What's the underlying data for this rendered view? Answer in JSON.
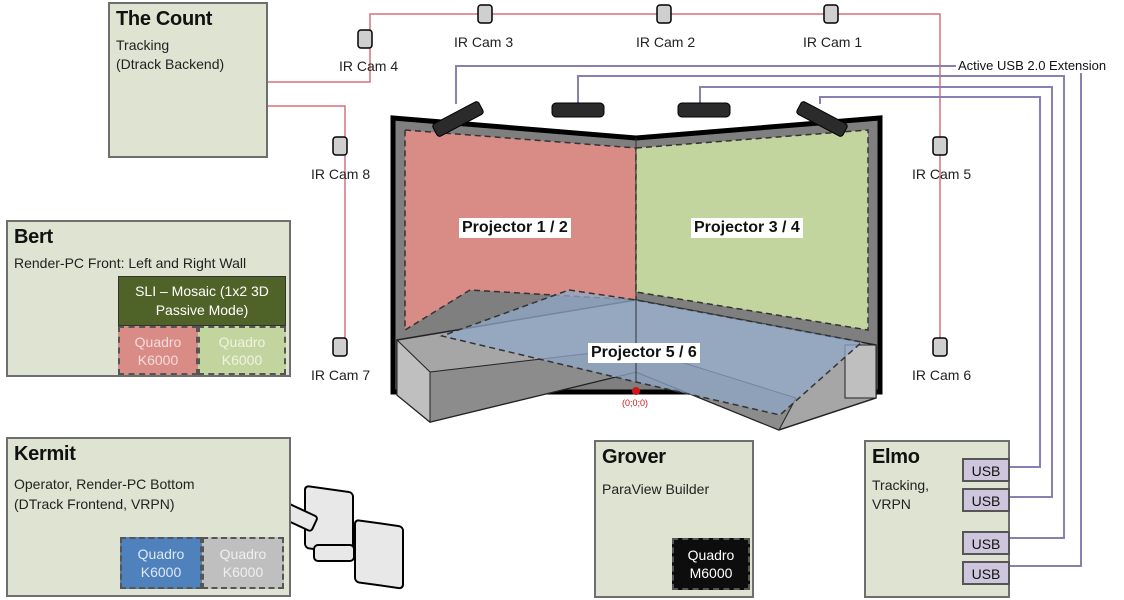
{
  "colors": {
    "box_bg": "#dfe3d1",
    "tracking_wire": "#d9707a",
    "usb_wire": "#8a7fb0",
    "wall_left": "#d98c86",
    "wall_right": "#c3d59f",
    "floor": "#8fa8c8",
    "sli": "#4f6228",
    "gpu_red": "#d98c86",
    "gpu_green": "#c3d59f",
    "gpu_blue": "#4f81bd",
    "gpu_gray": "#bfbfbf",
    "gpu_black": "#0d0d0d",
    "origin": "#d0141a"
  },
  "the_count": {
    "title": "The Count",
    "line1": "Tracking",
    "line2": "(Dtrack Backend)"
  },
  "bert": {
    "title": "Bert",
    "subtitle": "Render-PC Front: Left and Right Wall",
    "sli_line1": "SLI – Mosaic (1x2 3D",
    "sli_line2": "Passive Mode)",
    "gpus": [
      {
        "line1": "Quadro",
        "line2": "K6000"
      },
      {
        "line1": "Quadro",
        "line2": "K6000"
      }
    ]
  },
  "kermit": {
    "title": "Kermit",
    "line1": "Operator, Render-PC Bottom",
    "line2": "(DTrack Frontend, VRPN)",
    "gpus": [
      {
        "line1": "Quadro",
        "line2": "K6000"
      },
      {
        "line1": "Quadro",
        "line2": "K6000"
      }
    ]
  },
  "grover": {
    "title": "Grover",
    "subtitle": "ParaView Builder",
    "gpu": {
      "line1": "Quadro",
      "line2": "M6000"
    }
  },
  "elmo": {
    "title": "Elmo",
    "line1": "Tracking,",
    "line2": "VRPN",
    "ports": [
      "USB",
      "USB",
      "USB",
      "USB"
    ]
  },
  "cameras": [
    {
      "label": "IR Cam 1"
    },
    {
      "label": "IR Cam 2"
    },
    {
      "label": "IR Cam 3"
    },
    {
      "label": "IR Cam 4"
    },
    {
      "label": "IR Cam 5"
    },
    {
      "label": "IR Cam 6"
    },
    {
      "label": "IR Cam 7"
    },
    {
      "label": "IR Cam 8"
    }
  ],
  "projection": {
    "left": "Projector 1 / 2",
    "right": "Projector 3 / 4",
    "floor": "Projector 5 / 6",
    "origin": "(0;0;0)"
  },
  "usb_extension_label": "Active USB 2.0 Extension"
}
